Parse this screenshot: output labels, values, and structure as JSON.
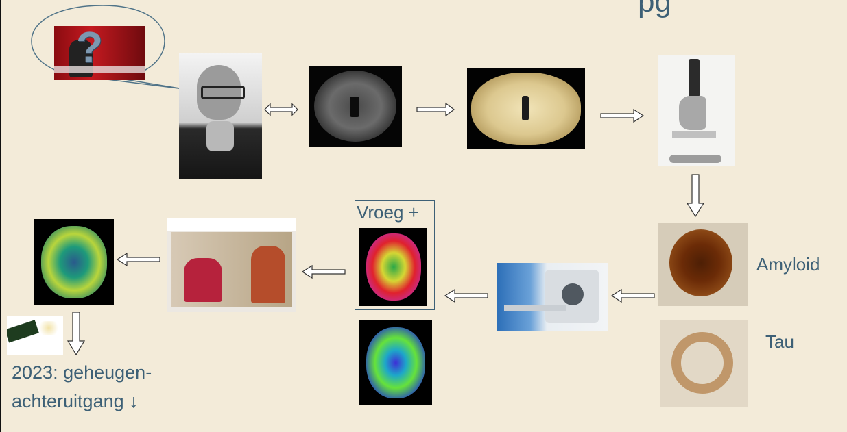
{
  "title_fragment": "pg",
  "labels": {
    "early_plus": "Vroeg +",
    "amyloid": "Amyloid",
    "tau": "Tau",
    "memory_line1": "2023: geheugen-",
    "memory_line2": "achteruitgang ↓"
  },
  "colors": {
    "background": "#f3ebd9",
    "text": "#3d6076",
    "arrow_fill": "#ffffff",
    "arrow_stroke": "#333333"
  }
}
